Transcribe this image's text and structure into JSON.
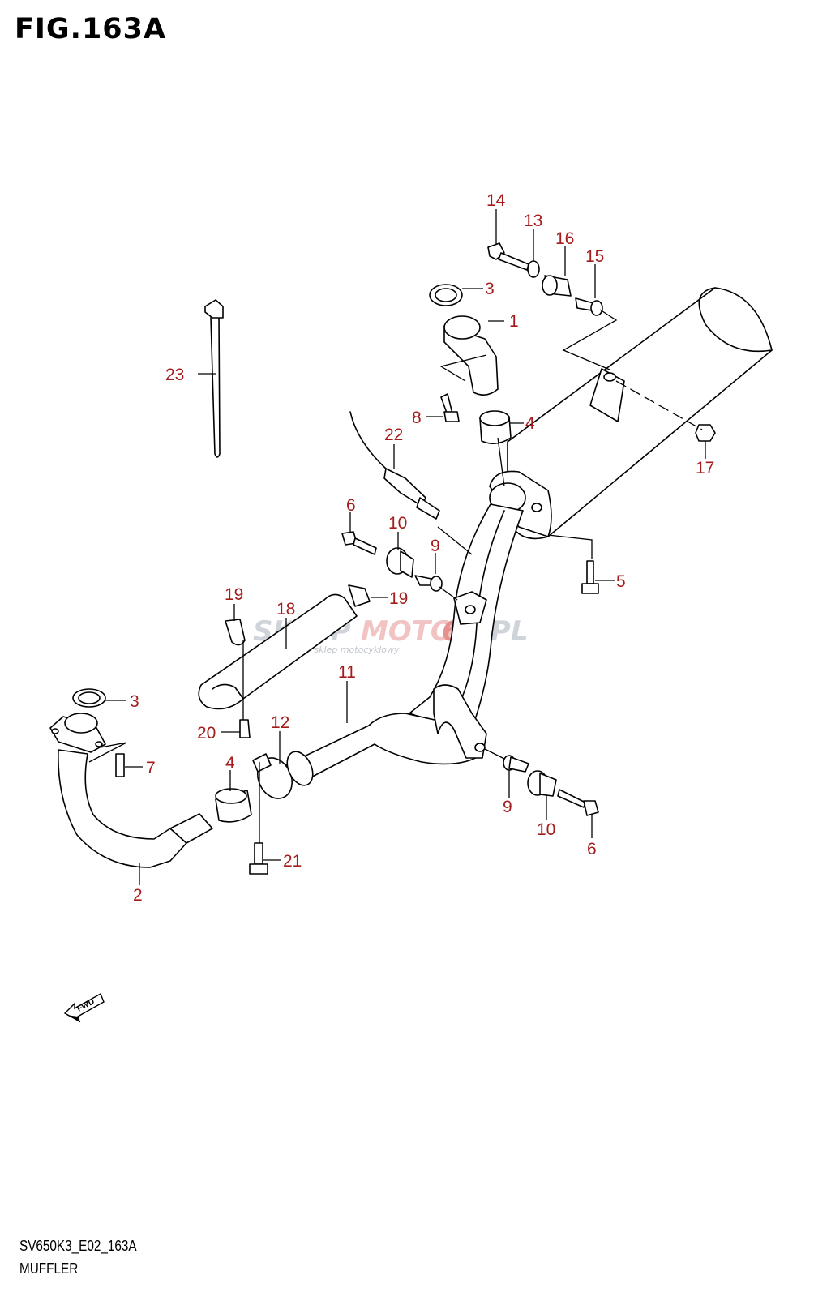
{
  "figure": {
    "title": "FIG.163A",
    "code": "SV650K3_E02_163A",
    "name": "MUFFLER"
  },
  "fwd_label": "FWD",
  "watermark": {
    "brand_a": "SKLEP",
    "brand_b": "MOTO",
    "brand_c": "66",
    "brand_d": ".PL",
    "tagline": "internetowy sklep motocyklowy"
  },
  "callouts": [
    "1",
    "2",
    "3",
    "3",
    "4",
    "4",
    "5",
    "6",
    "6",
    "7",
    "8",
    "9",
    "9",
    "10",
    "10",
    "11",
    "12",
    "13",
    "14",
    "15",
    "16",
    "17",
    "18",
    "19",
    "19",
    "20",
    "21",
    "22",
    "23"
  ],
  "colors": {
    "callout": "#a51c1c",
    "line": "#000000",
    "watermark": "#cfd3da"
  }
}
